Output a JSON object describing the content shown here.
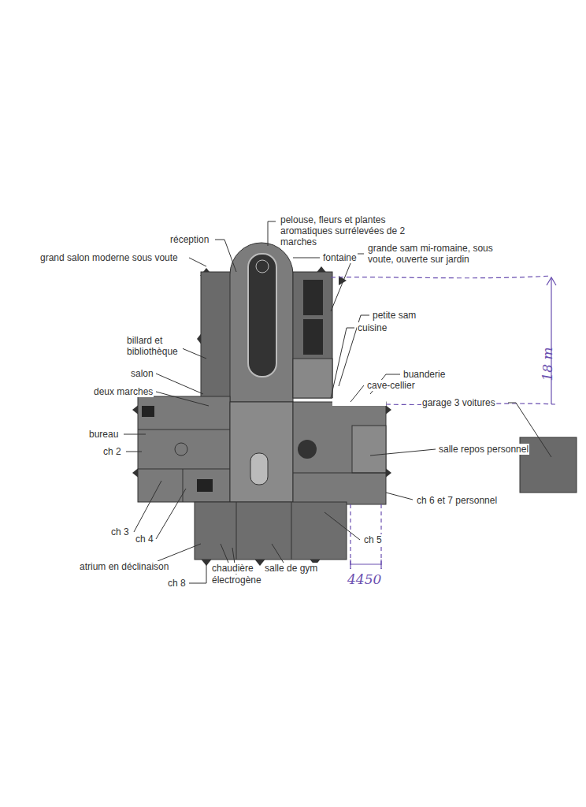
{
  "diagram": {
    "labels": [
      "pelouse, fleurs et plantes aromatiques surrélevées de 2 marches",
      "réception",
      "grand salon moderne sous voute",
      "fontaine",
      "grande sam mi-romaine, sous voute, ouverte sur jardin",
      "petite sam",
      "cuisine",
      "billard et bibliothèque",
      "salon",
      "buanderie",
      "cave-cellier",
      "deux marches",
      "garage 3 voitures",
      "bureau",
      "ch 2",
      "salle repos personnel",
      "ch 6 et 7 personnel",
      "ch 3",
      "ch 4",
      "ch 5",
      "chaudière",
      "salle de gym",
      "électrogène",
      "atrium en déclinaison",
      "ch 8",
      "18 m",
      "4450"
    ]
  }
}
